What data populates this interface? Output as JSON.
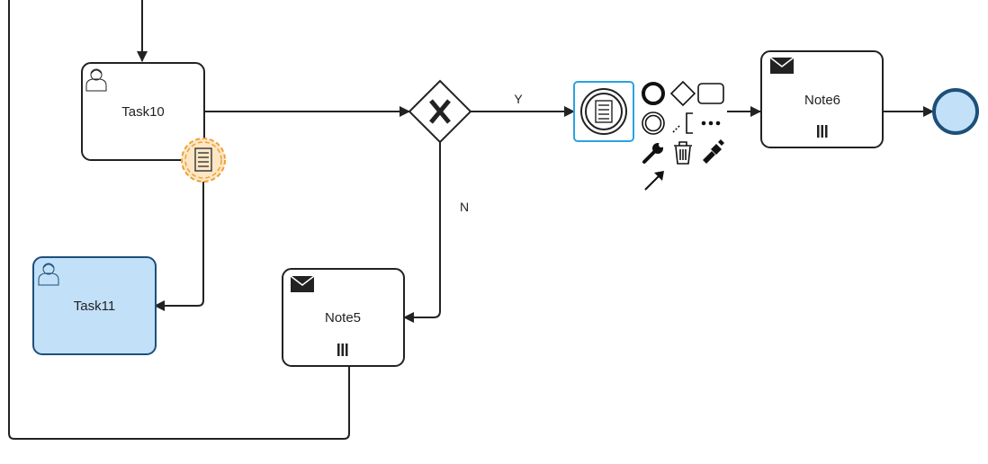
{
  "diagram": {
    "tasks": {
      "task10": {
        "label": "Task10",
        "type": "user-task"
      },
      "task11": {
        "label": "Task11",
        "type": "user-task",
        "selected_fill": "#c3e0f9"
      },
      "note5": {
        "label": "Note5",
        "type": "send-task",
        "marker": "parallel-multi-instance"
      },
      "note6": {
        "label": "Note6",
        "type": "send-task",
        "marker": "parallel-multi-instance"
      }
    },
    "gateway": {
      "type": "exclusive-gateway",
      "symbol": "X"
    },
    "flows": {
      "yes_label": "Y",
      "no_label": "N"
    },
    "events": {
      "boundary": {
        "type": "conditional-boundary-event",
        "color": "#f0a030",
        "fill": "#fce6c6"
      },
      "intermediate": {
        "type": "conditional-intermediate-event",
        "selection_color": "#29a3e0"
      },
      "end": {
        "type": "end-event",
        "fill": "#c3e0f9",
        "stroke": "#1d4f7a"
      }
    },
    "context_pad": {
      "items": [
        "append-end-event-icon",
        "append-gateway-icon",
        "append-task-icon",
        "append-intermediate-event-icon",
        "append-text-annotation-icon",
        "more-options-icon",
        "change-type-wrench-icon",
        "delete-trash-icon",
        "set-color-paintbrush-icon",
        "connect-arrow-icon"
      ]
    }
  }
}
